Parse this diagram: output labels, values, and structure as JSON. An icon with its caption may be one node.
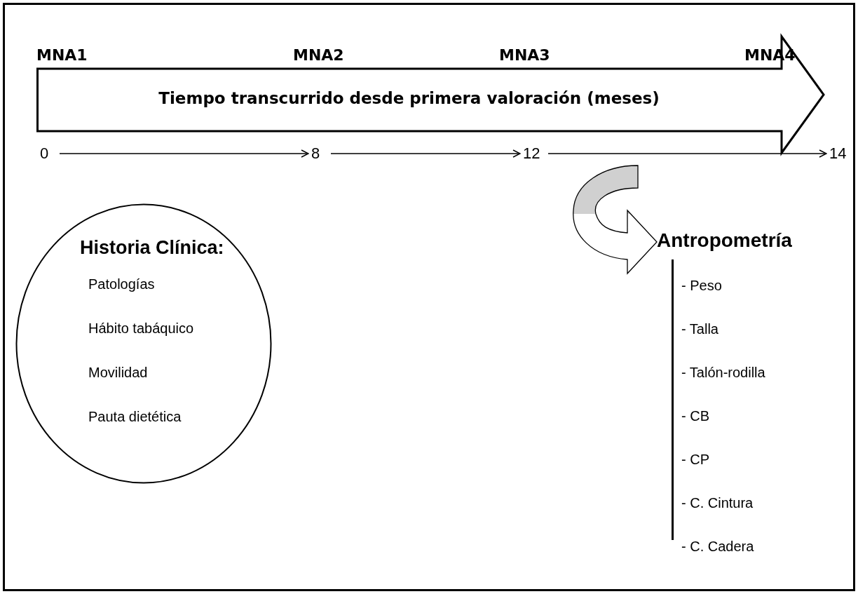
{
  "diagram": {
    "nodes": [
      {
        "text": [
          "Tiempo transcurrido desde primera valoración (meses)"
        ]
      },
      {
        "text": [
          "0"
        ]
      },
      {
        "text": [
          "8"
        ]
      },
      {
        "text": [
          "12"
        ]
      },
      {
        "text": [
          "14"
        ]
      },
      {
        "text": [
          "Historia Clínica:",
          "Patologías",
          "Hábito tabáquico",
          "Movilidad",
          "Pauta dietética"
        ]
      },
      {
        "text": [
          "Antropometría"
        ]
      }
    ],
    "edges": [
      {
        "from": 1,
        "to": 2,
        "arrow": "to"
      },
      {
        "from": 2,
        "to": 3,
        "arrow": "to"
      },
      {
        "from": 3,
        "to": 4,
        "arrow": "to"
      },
      {
        "from": null,
        "to": 6,
        "arrow": "to"
      }
    ],
    "labels": [
      "MNA1",
      "MNA2",
      "MNA3",
      "MNA4",
      "- Peso",
      "- Talla",
      "- Talón-rodilla",
      "- CB",
      "- CP",
      "- C. Cintura",
      "- C. Cadera"
    ]
  }
}
